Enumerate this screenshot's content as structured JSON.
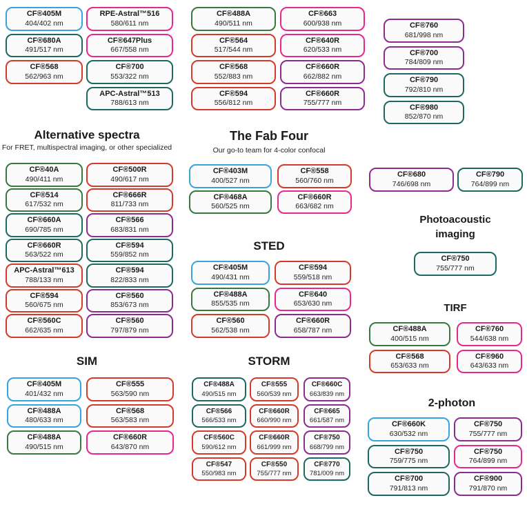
{
  "palette": {
    "blue": "#35a3dc",
    "green": "#36793d",
    "teal": "#1c685e",
    "red": "#d43a2a",
    "magenta": "#e8268c",
    "purple": "#8c2b8f"
  },
  "sections": {
    "alternative_spectra": {
      "title": "Alternative spectra",
      "subtitle": "For FRET, multispectral imaging, or other specialized"
    },
    "fab_four": {
      "title": "The Fab Four",
      "subtitle": "Our go-to team for 4-color confocal"
    },
    "sted": {
      "title": "STED"
    },
    "photoacoustic": {
      "title": "Photoacoustic imaging"
    },
    "tirf": {
      "title": "TIRF"
    },
    "sim": {
      "title": "SIM"
    },
    "storm": {
      "title": "STORM"
    },
    "two_photon": {
      "title": "2-photon"
    }
  },
  "groups": {
    "top1": [
      {
        "label": "CF®405M",
        "value": "404/402 nm",
        "color": "blue"
      },
      {
        "label": "CF®680A",
        "value": "491/517 nm",
        "color": "teal"
      },
      {
        "label": "CF®568",
        "value": "562/963 nm",
        "color": "red"
      }
    ],
    "top2": [
      {
        "label": "RPE-Astral™516",
        "value": "580/611 nm",
        "color": "magenta"
      },
      {
        "label": "CF®647Plus",
        "value": "667/558 nm",
        "color": "magenta"
      },
      {
        "label": "CF®700",
        "value": "553/322 nm",
        "color": "teal"
      },
      {
        "label": "APC-Astral™513",
        "value": "788/613 nm",
        "color": "teal"
      }
    ],
    "top3": [
      {
        "label": "CF®488A",
        "value": "490/511 nm",
        "color": "green"
      },
      {
        "label": "CF®564",
        "value": "517/544 nm",
        "color": "red"
      },
      {
        "label": "CF®568",
        "value": "552/883 nm",
        "color": "red"
      },
      {
        "label": "CF®594",
        "value": "556/812 nm",
        "color": "red"
      }
    ],
    "top4": [
      {
        "label": "CF®663",
        "value": "600/938 nm",
        "color": "magenta"
      },
      {
        "label": "CF®640R",
        "value": "620/533 nm",
        "color": "magenta"
      },
      {
        "label": "CF®660R",
        "value": "662/882 nm",
        "color": "purple"
      },
      {
        "label": "CF®660R",
        "value": "755/777 nm",
        "color": "purple"
      }
    ],
    "top5": [
      {
        "label": "CF®760",
        "value": "681/998 nm",
        "color": "purple"
      },
      {
        "label": "CF®700",
        "value": "784/809 nm",
        "color": "purple"
      },
      {
        "label": "CF®790",
        "value": "792/810 nm",
        "color": "teal"
      },
      {
        "label": "CF®980",
        "value": "852/870 nm",
        "color": "teal"
      }
    ],
    "alt1": [
      {
        "label": "CF®40A",
        "value": "490/411 nm",
        "color": "green"
      },
      {
        "label": "CF®514",
        "value": "617/532 nm",
        "color": "green"
      },
      {
        "label": "CF®660A",
        "value": "690/785 nm",
        "color": "teal"
      },
      {
        "label": "CF®660R",
        "value": "563/522 nm",
        "color": "teal"
      },
      {
        "label": "APC-Astral™613",
        "value": "788/133 nm",
        "color": "red"
      },
      {
        "label": "CF®594",
        "value": "560/675 nm",
        "color": "red"
      },
      {
        "label": "CF®560C",
        "value": "662/635 nm",
        "color": "red"
      }
    ],
    "alt2": [
      {
        "label": "CF®500R",
        "value": "490/617 nm",
        "color": "red"
      },
      {
        "label": "CF®666R",
        "value": "811/733 nm",
        "color": "red"
      },
      {
        "label": "CF®566",
        "value": "683/831 nm",
        "color": "purple"
      },
      {
        "label": "CF®594",
        "value": "559/852 nm",
        "color": "teal"
      },
      {
        "label": "CF®594",
        "value": "822/833 nm",
        "color": "teal"
      },
      {
        "label": "CF®560",
        "value": "853/673 nm",
        "color": "purple"
      },
      {
        "label": "CF®560",
        "value": "797/879 nm",
        "color": "purple"
      }
    ],
    "fab1": [
      {
        "label": "CF®403M",
        "value": "400/527 nm",
        "color": "blue"
      },
      {
        "label": "CF®468A",
        "value": "560/525 nm",
        "color": "green"
      }
    ],
    "fab2": [
      {
        "label": "CF®558",
        "value": "560/760 nm",
        "color": "red"
      },
      {
        "label": "CF®660R",
        "value": "663/682 nm",
        "color": "magenta"
      }
    ],
    "sted1": [
      {
        "label": "CF®405M",
        "value": "490/431 nm",
        "color": "blue"
      },
      {
        "label": "CF®488A",
        "value": "855/535 nm",
        "color": "green"
      },
      {
        "label": "CF®560",
        "value": "562/538 nm",
        "color": "red"
      }
    ],
    "sted2": [
      {
        "label": "CF®594",
        "value": "559/518 nm",
        "color": "red"
      },
      {
        "label": "CF®640",
        "value": "653/630 nm",
        "color": "magenta"
      },
      {
        "label": "CF®660R",
        "value": "658/787 nm",
        "color": "purple"
      }
    ],
    "midA": [
      {
        "label": "CF®680",
        "value": "746/698 nm",
        "color": "purple"
      }
    ],
    "midB": [
      {
        "label": "CF®790",
        "value": "764/899 nm",
        "color": "teal"
      }
    ],
    "photo": [
      {
        "label": "CF®750",
        "value": "755/777 nm",
        "color": "teal"
      }
    ],
    "tirf1": [
      {
        "label": "CF®488A",
        "value": "400/515 nm",
        "color": "green"
      },
      {
        "label": "CF®568",
        "value": "653/633 nm",
        "color": "red"
      }
    ],
    "tirf2": [
      {
        "label": "CF®760",
        "value": "544/638 nm",
        "color": "magenta"
      },
      {
        "label": "CF®960",
        "value": "643/633 nm",
        "color": "magenta"
      }
    ],
    "sim1": [
      {
        "label": "CF®405M",
        "value": "401/432 nm",
        "color": "blue"
      },
      {
        "label": "CF®488A",
        "value": "480/633 nm",
        "color": "blue"
      },
      {
        "label": "CF®488A",
        "value": "490/515 nm",
        "color": "green"
      }
    ],
    "sim2": [
      {
        "label": "CF®555",
        "value": "563/590 nm",
        "color": "red"
      },
      {
        "label": "CF®568",
        "value": "563/583 nm",
        "color": "red"
      },
      {
        "label": "CF®660R",
        "value": "643/870 nm",
        "color": "magenta"
      }
    ],
    "storm1": [
      {
        "label": "CF®488A",
        "value": "490/515 nm",
        "color": "teal"
      },
      {
        "label": "CF®566",
        "value": "566/533 nm",
        "color": "teal"
      },
      {
        "label": "CF®560C",
        "value": "590/612 nm",
        "color": "red"
      },
      {
        "label": "CF®547",
        "value": "550/983 nm",
        "color": "red"
      }
    ],
    "storm2": [
      {
        "label": "CF®555",
        "value": "560/539 nm",
        "color": "red"
      },
      {
        "label": "CF®660R",
        "value": "660/990 nm",
        "color": "red"
      },
      {
        "label": "CF®660R",
        "value": "661/999 nm",
        "color": "red"
      },
      {
        "label": "CF®550",
        "value": "755/777 nm",
        "color": "red"
      }
    ],
    "storm3": [
      {
        "label": "CF®660C",
        "value": "663/839 nm",
        "color": "purple"
      },
      {
        "label": "CF®665",
        "value": "661/587 nm",
        "color": "purple"
      },
      {
        "label": "CF®750",
        "value": "668/799 nm",
        "color": "purple"
      },
      {
        "label": "CF®770",
        "value": "781/009 nm",
        "color": "teal"
      }
    ],
    "tp1": [
      {
        "label": "CF®660K",
        "value": "630/532 nm",
        "color": "blue"
      },
      {
        "label": "CF®750",
        "value": "759/775 nm",
        "color": "teal"
      },
      {
        "label": "CF®700",
        "value": "791/813 nm",
        "color": "teal"
      }
    ],
    "tp2": [
      {
        "label": "CF®750",
        "value": "755/777 nm",
        "color": "purple"
      },
      {
        "label": "CF®750",
        "value": "764/899 nm",
        "color": "magenta"
      },
      {
        "label": "CF®900",
        "value": "791/870 nm",
        "color": "purple"
      }
    ]
  }
}
